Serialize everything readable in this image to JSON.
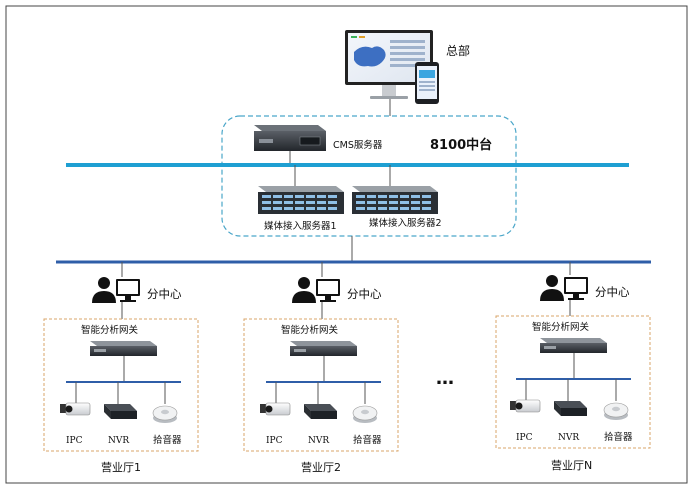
{
  "hq": {
    "label": "总部"
  },
  "platform": {
    "label": "8100中台"
  },
  "cms": {
    "label": "CMS服务器"
  },
  "media_servers": [
    {
      "label": "媒体接入服务器1"
    },
    {
      "label": "媒体接入服务器2"
    }
  ],
  "branches": [
    {
      "center_label": "分中心",
      "gateway_label": "智能分析网关",
      "devices": [
        {
          "label": "IPC"
        },
        {
          "label": "NVR"
        },
        {
          "label": "拾音器"
        }
      ],
      "hall_label": "营业厅1"
    },
    {
      "center_label": "分中心",
      "gateway_label": "智能分析网关",
      "devices": [
        {
          "label": "IPC"
        },
        {
          "label": "NVR"
        },
        {
          "label": "拾音器"
        }
      ],
      "hall_label": "营业厅2"
    },
    {
      "center_label": "分中心",
      "gateway_label": "智能分析网关",
      "devices": [
        {
          "label": "IPC"
        },
        {
          "label": "NVR"
        },
        {
          "label": "拾音器"
        }
      ],
      "hall_label": "营业厅N"
    }
  ],
  "ellipsis": "…",
  "colors": {
    "cyan_bus": "#1e9fd2",
    "blue_bus": "#2f5ea8",
    "dash_box": "#4aa6c9",
    "branch_box": "#d8a56a"
  }
}
